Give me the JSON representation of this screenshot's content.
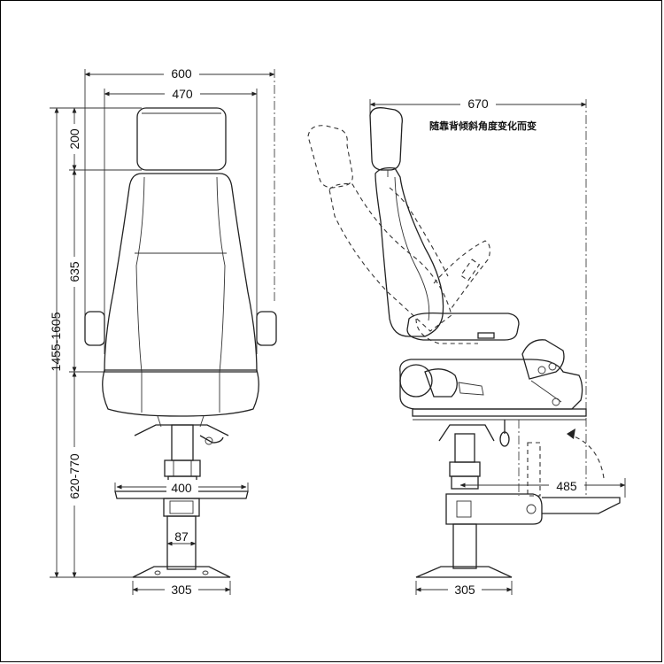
{
  "drawing": {
    "dimensions": {
      "overall_width": "600",
      "seat_width": "470",
      "headrest_height": "200",
      "back_height": "635",
      "total_height": "1455-1605",
      "seat_height": "620-770",
      "footplate_width": "400",
      "column_diameter": "87",
      "base_diameter_front": "305",
      "side_depth": "670",
      "footrest_extension": "485",
      "base_diameter_side": "305"
    },
    "note": "随靠背倾斜角度变化而变"
  }
}
